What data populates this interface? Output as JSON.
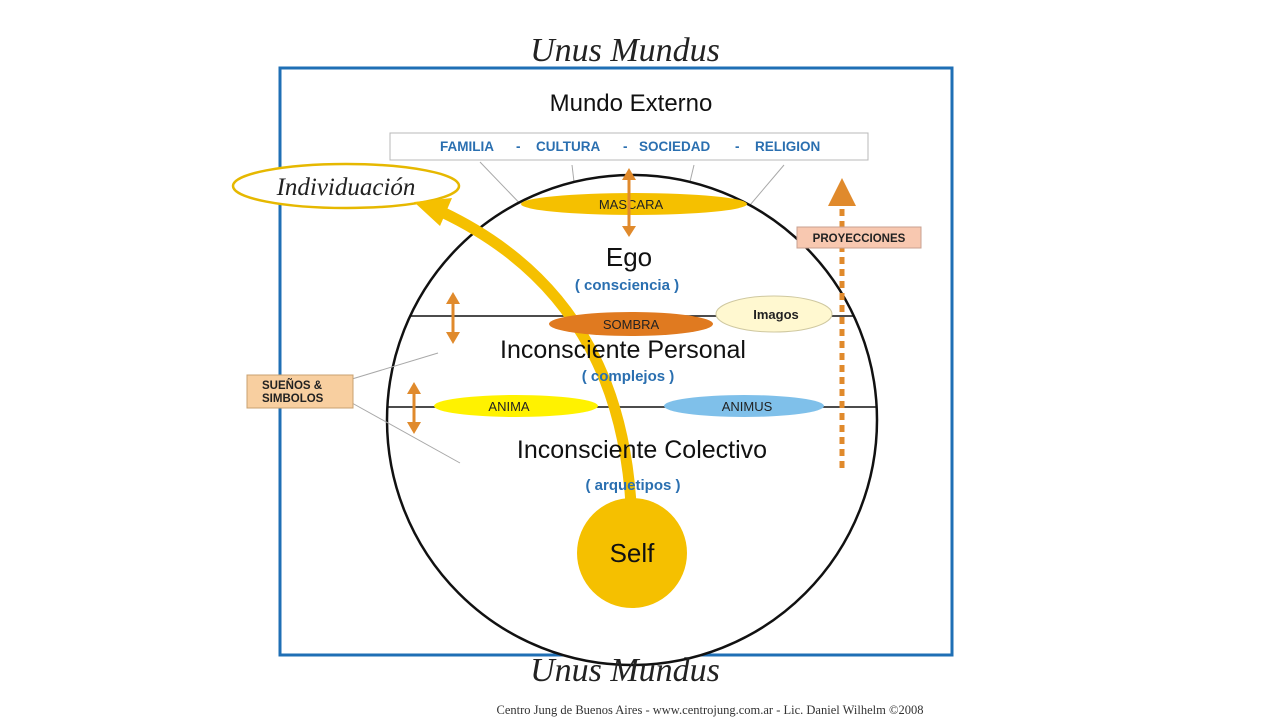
{
  "title_top": "Unus Mundus",
  "title_bottom": "Unus Mundus",
  "mundo_externo": "Mundo Externo",
  "world_items": [
    "FAMILIA",
    "-",
    "CULTURA",
    "-",
    "SOCIEDAD",
    "-",
    "RELIGION"
  ],
  "individuacion": "Individuación",
  "mascara": "MASCARA",
  "proyecciones": "PROYECCIONES",
  "ego": "Ego",
  "consciencia": "( consciencia )",
  "sombra": "SOMBRA",
  "imagos": "Imagos",
  "inconsciente_personal": "Inconsciente Personal",
  "complejos": "( complejos )",
  "suenos_line1": "SUEÑOS &",
  "suenos_line2": "SIMBOLOS",
  "anima": "ANIMA",
  "animus": "ANIMUS",
  "inconsciente_colectivo": "Inconsciente Colectivo",
  "arquetipos": "( arquetipos )",
  "self": "Self",
  "footer": "Centro Jung de Buenos Aires - www.centrojung.com.ar - Lic. Daniel Wilhelm ©2008",
  "colors": {
    "frame_blue": "#1f6fb5",
    "label_blue": "#2a6fb0",
    "gold": "#f5c000",
    "orange_arrow": "#e08a2c",
    "sombra_orange": "#e07a20",
    "anima_yellow": "#fff200",
    "animus_blue": "#7fc0ea",
    "imagos_cream": "#fff8d0",
    "proyecciones_bg": "#f8c8b0",
    "suenos_bg": "#f8cfa0"
  }
}
